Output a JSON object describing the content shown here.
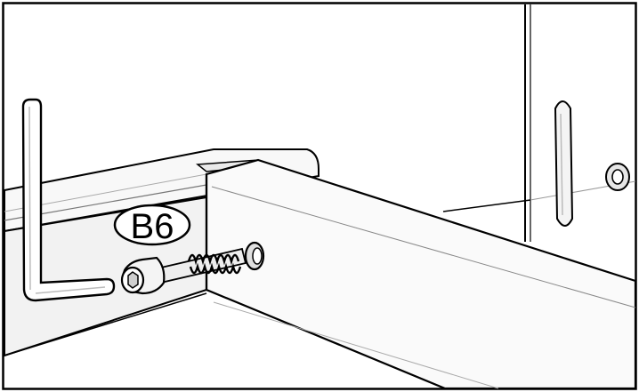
{
  "diagram": {
    "callout": {
      "label": "B6"
    },
    "parts": [
      {
        "id": "hex-key",
        "icon": "l-shaped-allen-key"
      },
      {
        "id": "bolt",
        "icon": "socket-head-bolt-with-spring"
      },
      {
        "id": "cam-nut",
        "icon": "round-nut"
      }
    ],
    "colors": {
      "line": "#000000",
      "panel_light": "#fafafa",
      "panel_shade": "#eeeeee",
      "metal": "#e8e8e8"
    }
  }
}
